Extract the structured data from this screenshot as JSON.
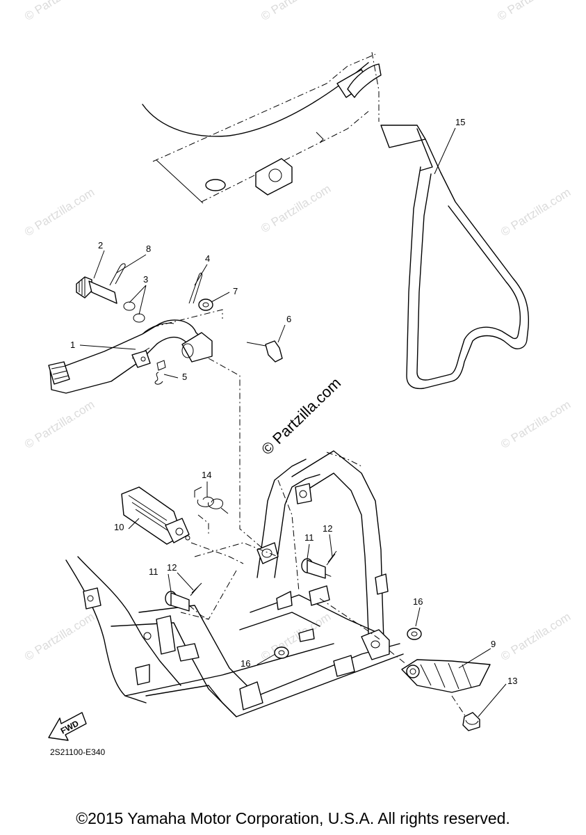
{
  "watermark": {
    "text": "© Partzilla.com"
  },
  "labels": {
    "p1": "1",
    "p2": "2",
    "p3": "3",
    "p4": "4",
    "p5": "5",
    "p6": "6",
    "p7": "7",
    "p8": "8",
    "p9": "9",
    "p10": "10",
    "p11a": "11",
    "p11b": "11",
    "p12a": "12",
    "p12b": "12",
    "p13": "13",
    "p14": "14",
    "p15": "15",
    "p16a": "16",
    "p16b": "16"
  },
  "fwd_label": "FWD",
  "diagram_code": "2S21100-E340",
  "copyright": "©2015 Yamaha Motor Corporation, U.S.A. All rights reserved."
}
